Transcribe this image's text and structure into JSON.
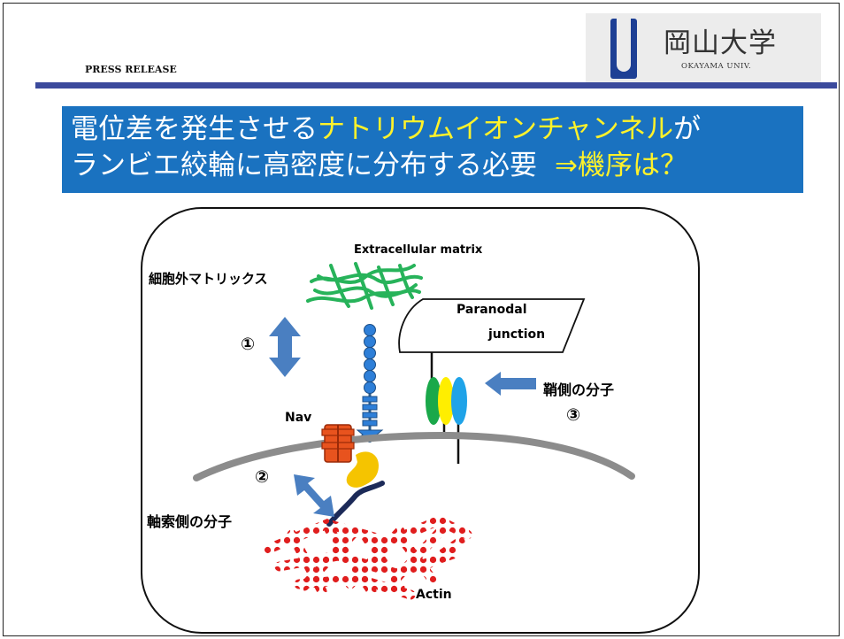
{
  "header": {
    "press_release": "PRESS RELEASE",
    "logo_jp": "岡山大学",
    "logo_en": "OKAYAMA UNIV."
  },
  "title": {
    "line1_a": "電位差を発生させる",
    "line1_b": "ナトリウムイオンチャンネル",
    "line1_c": "が",
    "line2_a": "ランビエ絞輪に高密度に分布する必要",
    "line2_b": "⇒機序は？"
  },
  "diagram": {
    "ecm_en": "Extracellular matrix",
    "ecm_jp": "細胞外マトリックス",
    "paranodal": [
      "Paranodal",
      "junction"
    ],
    "nav": "Nav",
    "sheath_molecule": "鞘側の分子",
    "axon_molecule": "軸索側の分子",
    "actin": "Actin",
    "marker1": "①",
    "marker2": "②",
    "marker3": "③"
  },
  "colors": {
    "title_bg": "#1a72c0",
    "title_highlight": "#fff22a",
    "ecm": "#27b35a",
    "arrow": "#4a7fc1",
    "nav": "#e8531e",
    "ankyrin": "#f5c400",
    "actin": "#e01e1e",
    "membrane": "#8c8c8c",
    "rule": "#3b4a9c"
  }
}
